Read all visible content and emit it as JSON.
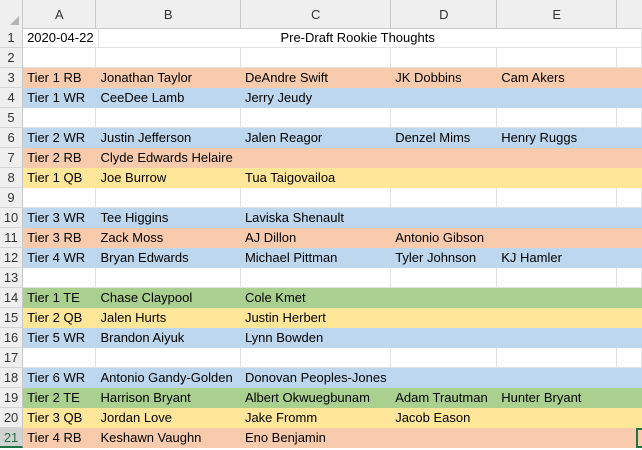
{
  "sheet": {
    "columns": [
      "A",
      "B",
      "C",
      "D",
      "E"
    ],
    "selected_row": 21,
    "row_colors": {
      "rb": "#f8cbad",
      "wr": "#bdd7ee",
      "qb": "#ffe699",
      "te": "#a9d08e"
    },
    "rows": [
      {
        "num": "1",
        "date": "2020-04-22",
        "title": "Pre-Draft Rookie Thoughts"
      },
      {
        "num": "2",
        "cells": [
          "",
          "",
          "",
          "",
          ""
        ]
      },
      {
        "num": "3",
        "color": "rb",
        "cells": [
          "Tier 1 RB",
          "Jonathan Taylor",
          "DeAndre Swift",
          "JK Dobbins",
          "Cam Akers"
        ]
      },
      {
        "num": "4",
        "color": "wr",
        "cells": [
          "Tier 1 WR",
          "CeeDee Lamb",
          "Jerry Jeudy",
          "",
          ""
        ]
      },
      {
        "num": "5",
        "cells": [
          "",
          "",
          "",
          "",
          ""
        ]
      },
      {
        "num": "6",
        "color": "wr",
        "cells": [
          "Tier 2 WR",
          "Justin Jefferson",
          "Jalen Reagor",
          "Denzel Mims",
          "Henry Ruggs"
        ]
      },
      {
        "num": "7",
        "color": "rb",
        "cells": [
          "Tier 2 RB",
          "Clyde Edwards Helaire",
          "",
          "",
          ""
        ]
      },
      {
        "num": "8",
        "color": "qb",
        "cells": [
          "Tier 1 QB",
          "Joe Burrow",
          "Tua Taigovailoa",
          "",
          ""
        ]
      },
      {
        "num": "9",
        "cells": [
          "",
          "",
          "",
          "",
          ""
        ]
      },
      {
        "num": "10",
        "color": "wr",
        "cells": [
          "Tier 3 WR",
          "Tee Higgins",
          "Laviska Shenault",
          "",
          ""
        ]
      },
      {
        "num": "11",
        "color": "rb",
        "cells": [
          "Tier 3 RB",
          "Zack Moss",
          "AJ Dillon",
          "Antonio Gibson",
          ""
        ]
      },
      {
        "num": "12",
        "color": "wr",
        "cells": [
          "Tier 4 WR",
          "Bryan Edwards",
          "Michael Pittman",
          "Tyler Johnson",
          "KJ Hamler"
        ]
      },
      {
        "num": "13",
        "cells": [
          "",
          "",
          "",
          "",
          ""
        ]
      },
      {
        "num": "14",
        "color": "te",
        "cells": [
          "Tier 1 TE",
          "Chase Claypool",
          "Cole Kmet",
          "",
          ""
        ]
      },
      {
        "num": "15",
        "color": "qb",
        "cells": [
          "Tier 2 QB",
          "Jalen Hurts",
          "Justin Herbert",
          "",
          ""
        ]
      },
      {
        "num": "16",
        "color": "wr",
        "cells": [
          "Tier 5 WR",
          "Brandon Aiyuk",
          "Lynn Bowden",
          "",
          ""
        ]
      },
      {
        "num": "17",
        "cells": [
          "",
          "",
          "",
          "",
          ""
        ]
      },
      {
        "num": "18",
        "color": "wr",
        "cells": [
          "Tier 6 WR",
          "Antonio Gandy-Golden",
          "Donovan Peoples-Jones",
          "",
          ""
        ]
      },
      {
        "num": "19",
        "color": "te",
        "cells": [
          "Tier 2 TE",
          "Harrison Bryant",
          "Albert Okwuegbunam",
          "Adam Trautman",
          "Hunter Bryant"
        ]
      },
      {
        "num": "20",
        "color": "qb",
        "cells": [
          "Tier 3 QB",
          "Jordan Love",
          "Jake Fromm",
          "Jacob Eason",
          ""
        ]
      },
      {
        "num": "21",
        "color": "rb",
        "cells": [
          "Tier 4 RB",
          "Keshawn Vaughn",
          "Eno Benjamin",
          "",
          ""
        ]
      }
    ]
  }
}
